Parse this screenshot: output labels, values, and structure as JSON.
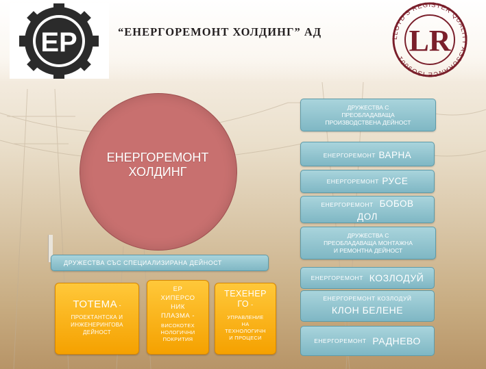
{
  "header": {
    "title": "“ЕНЕРГОРЕМОНТ ХОЛДИНГ” АД",
    "logo_left": {
      "text": "EP",
      "icon": "gear-logo-icon"
    },
    "logo_right": {
      "text": "LLOYD'S REGISTER QUALITY ASSURANCE ISO9001",
      "icon": "lloyds-register-seal-icon"
    }
  },
  "holding": {
    "label": "ЕНЕРГОРЕМОНТ\nХОЛДИНГ"
  },
  "production": {
    "heading": "ДРУЖЕСТВА С\nПРЕОБЛАДАВАЩА\nПРОИЗВОДСТВЕНА ДЕЙНОСТ",
    "items": [
      {
        "prefix": "ЕНЕРГОРЕМОНТ",
        "name": "ВАРНА"
      },
      {
        "prefix": "ЕНЕРГОРЕМОНТ",
        "name": "РУСЕ"
      },
      {
        "prefix": "ЕНЕРГОРЕМОНТ",
        "name": "БОБОВ",
        "name2": "ДОЛ"
      }
    ]
  },
  "installation": {
    "heading": "ДРУЖЕСТВА С\nПРЕОБЛАДАВАЩА МОНТАЖНА\nИ РЕМОНТНА ДЕЙНОСТ",
    "items": [
      {
        "prefix": "ЕНЕРГОРЕМОНТ",
        "name": "КОЗЛОДУЙ"
      },
      {
        "prefix": "ЕНЕРГОРЕМОНТ КОЗЛОДУЙ",
        "name": "КЛОН БЕЛЕНЕ"
      },
      {
        "prefix": "ЕНЕРГОРЕМОНТ",
        "name": "РАДНЕВО"
      }
    ]
  },
  "specialized": {
    "heading": "ДРУЖЕСТВА СЪС СПЕЦИАЛИЗИРАНА ДЕЙНОСТ",
    "items": [
      {
        "name": "ТОТЕМА",
        "suffix": " -",
        "desc": "ПРОЕКТАНТСКА И\nИНЖЕНЕРИНГОВА\nДЕЙНОСТ"
      },
      {
        "name": "ЕР\nХИПЕРСО\nНИК\nПЛАЗМА",
        "suffix": " -",
        "desc": "ВИСОКОТЕХ\nНОЛОГИЧНИ\nПОКРИТИЯ"
      },
      {
        "name": "ТЕХЕНЕР\nГО",
        "suffix": " -",
        "desc": "УПРАВЛЕНИЕ\nНА\nТЕХНОЛОГИЧН\nИ ПРОЦЕСИ"
      }
    ]
  },
  "colors": {
    "circle": "#c8706f",
    "teal": "#8cc3ce",
    "yellow": "#f9b21b"
  }
}
